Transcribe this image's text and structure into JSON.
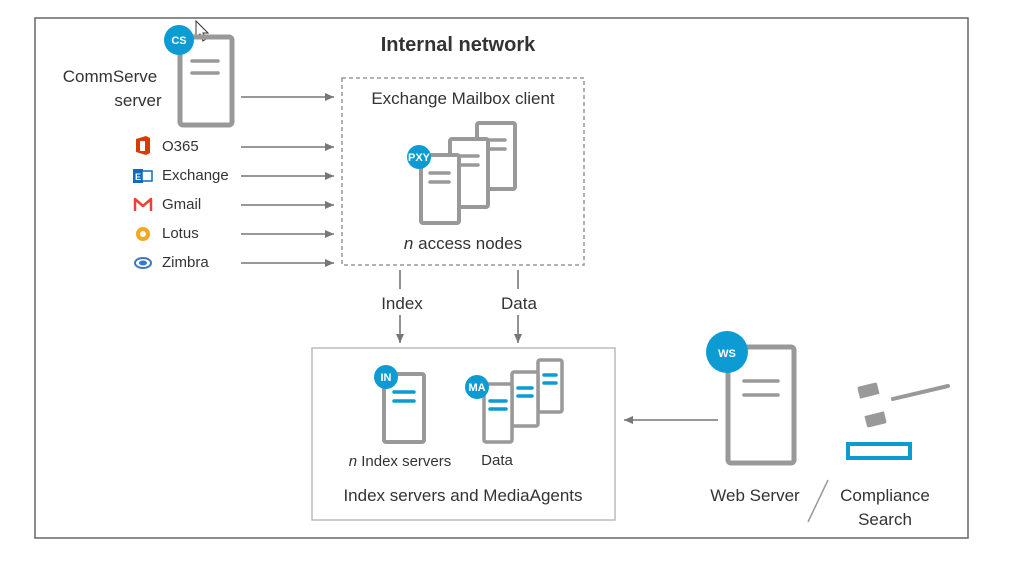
{
  "internal_network": {
    "title": "Internal network"
  },
  "commserve": {
    "badge": "CS",
    "label_line1": "CommServe",
    "label_line2": "server"
  },
  "sources": [
    {
      "label": "O365",
      "icon": "office365-icon",
      "color": "#d83b01"
    },
    {
      "label": "Exchange",
      "icon": "exchange-icon",
      "color": "#0f6cbd"
    },
    {
      "label": "Gmail",
      "icon": "gmail-icon",
      "color": "#ea4335"
    },
    {
      "label": "Lotus",
      "icon": "lotus-icon",
      "color": "#f5a623"
    },
    {
      "label": "Zimbra",
      "icon": "zimbra-icon",
      "color": "#3b78c3"
    }
  ],
  "mailbox_client": {
    "title": "Exchange Mailbox client",
    "badge": "PXY",
    "nodes_n": "n",
    "nodes_label": " access nodes"
  },
  "flows": {
    "index": "Index",
    "data": "Data"
  },
  "storage": {
    "title": "Index servers and MediaAgents",
    "index_badge": "IN",
    "index_n": "n",
    "index_label": " Index servers",
    "ma_badge": "MA",
    "ma_label": "Data"
  },
  "web_server": {
    "badge": "WS",
    "label": "Web Server"
  },
  "compliance": {
    "label_line1": "Compliance",
    "label_line2": "Search"
  },
  "colors": {
    "accent": "#0c9bd3",
    "server_gray": "#999999",
    "border": "#666666"
  }
}
